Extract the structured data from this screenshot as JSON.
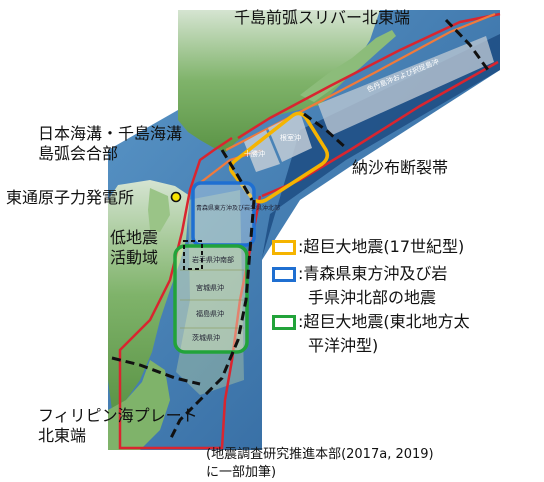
{
  "labels": {
    "kuril_sliver": "千島前弧スリバー北東端",
    "junction_line1": "日本海溝・千島海溝",
    "junction_line2": "島弧会合部",
    "nosappu": "納沙布断裂帯",
    "npp": "東通原子力発電所",
    "low_seis_line1": "低地震",
    "low_seis_line2": "活動域",
    "philippine_line1": "フィリピン海プレート",
    "philippine_line2": "北東端"
  },
  "map_labels": {
    "tokachi": "十勝沖",
    "nemuro": "根室沖",
    "shikotan": "色丹島沖および択捉島沖",
    "aomori": "青森県東方沖及び岩手県沖北部",
    "iwate": "岩手県沖南部",
    "miyagi": "宮城県沖",
    "fukushima": "福島県沖",
    "ibaraki": "茨城県沖"
  },
  "legend": [
    {
      "color": "#f5b400",
      "text": ":超巨大地震(17世紀型)",
      "cont": ""
    },
    {
      "color": "#1f6fd1",
      "text": ":青森県東方沖及び岩",
      "cont": "手県沖北部の地震"
    },
    {
      "color": "#22a33a",
      "text": ":超巨大地震(東北地方太",
      "cont": "平洋沖型)"
    }
  ],
  "source": {
    "line1": "(地震調査研究推進本部(2017a, 2019)",
    "line2": "に一部加筆)"
  },
  "colors": {
    "ocean": "#3b78b0",
    "land": "#6aa84f",
    "orange_zone": "#f07a3c",
    "red_zone": "#d9252f",
    "yellow_box": "#f5b400",
    "blue_box": "#1f6fd1",
    "green_box": "#22a33a",
    "npp_marker": "#f7e300"
  }
}
